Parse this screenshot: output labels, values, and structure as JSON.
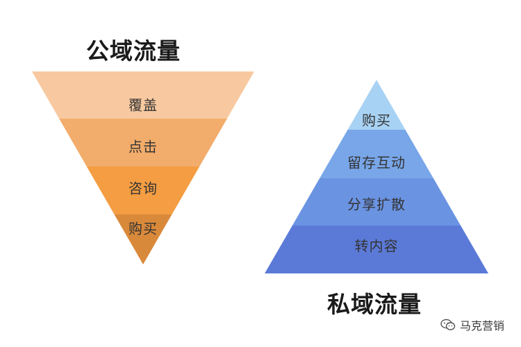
{
  "left_funnel": {
    "title": "公域流量",
    "layers": [
      {
        "label": "覆盖",
        "color": "#f8c9a0"
      },
      {
        "label": "点击",
        "color": "#f2ac6b"
      },
      {
        "label": "咨询",
        "color": "#f49d42"
      },
      {
        "label": "购买",
        "color": "#d9893a"
      }
    ]
  },
  "right_pyramid": {
    "title": "私域流量",
    "layers": [
      {
        "label": "购买",
        "color": "#a8d2f4"
      },
      {
        "label": "留存互动",
        "color": "#78a6e8"
      },
      {
        "label": "分享扩散",
        "color": "#6a93e2"
      },
      {
        "label": "转内容",
        "color": "#5b7ad8"
      }
    ]
  },
  "watermark": {
    "text": "马克营销",
    "icon": "wechat-icon"
  }
}
